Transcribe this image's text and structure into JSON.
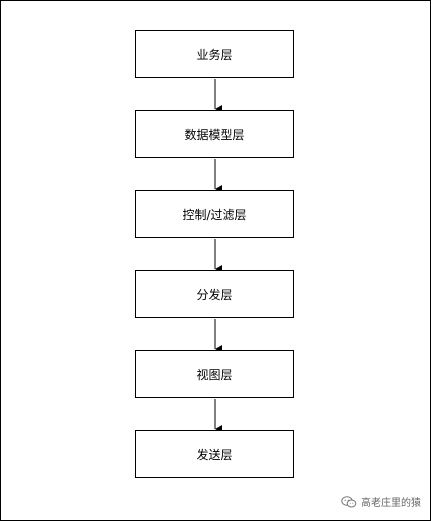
{
  "diagram": {
    "nodes": [
      {
        "id": "business",
        "label": "业务层"
      },
      {
        "id": "data-model",
        "label": "数据模型层"
      },
      {
        "id": "control-filter",
        "label": "控制/过滤层"
      },
      {
        "id": "dispatch",
        "label": "分发层"
      },
      {
        "id": "view",
        "label": "视图层"
      },
      {
        "id": "send",
        "label": "发送层"
      }
    ],
    "edges": [
      {
        "from": "business",
        "to": "data-model"
      },
      {
        "from": "data-model",
        "to": "control-filter"
      },
      {
        "from": "control-filter",
        "to": "dispatch"
      },
      {
        "from": "dispatch",
        "to": "view"
      },
      {
        "from": "view",
        "to": "send"
      }
    ]
  },
  "watermark": {
    "text": "高老庄里的猿",
    "icon": "wechat-icon"
  },
  "colors": {
    "stroke": "#000000",
    "background": "#ffffff",
    "watermark": "#666666"
  }
}
